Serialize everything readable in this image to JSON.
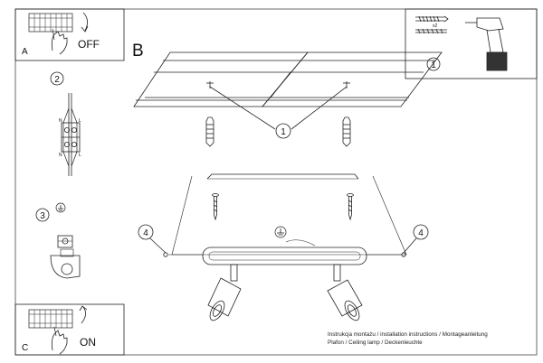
{
  "panel_a": {
    "letter": "A",
    "action": "OFF"
  },
  "panel_b": {
    "letter": "B"
  },
  "panel_c": {
    "letter": "C",
    "action": "ON"
  },
  "steps": {
    "two": "2",
    "three": "3"
  },
  "callouts": {
    "one": "1",
    "four": "4"
  },
  "wire_labels": {
    "n": "N",
    "l": "L"
  },
  "dowel_qty": "x2",
  "caption": {
    "line1": "Instrukcja montażu / installation instructions / Montageanleitung",
    "line2": "Plafon / Ceiling lamp / Deckenleuchte"
  }
}
